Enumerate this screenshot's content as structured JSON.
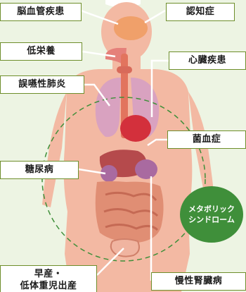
{
  "labels": {
    "cerebrovascular": "脳血管疾患",
    "dementia": "認知症",
    "undernutrition": "低栄養",
    "heart_disease": "心臓疾患",
    "aspiration_pneumonia": "誤嚥性肺炎",
    "bacteremia": "菌血症",
    "diabetes": "糖尿病",
    "preterm_birth_line1": "早産・",
    "preterm_birth_line2": "低体重児出産",
    "chronic_kidney_disease": "慢性腎臓病"
  },
  "badge": {
    "line1": "メタボリック",
    "line2": "シンドローム"
  },
  "colors": {
    "background": "#edf4e3",
    "body": "#f3b9a3",
    "label_border": "#6e8e2b",
    "badge": "#3f8f3a",
    "dashed_circle": "#3f8f3a"
  }
}
